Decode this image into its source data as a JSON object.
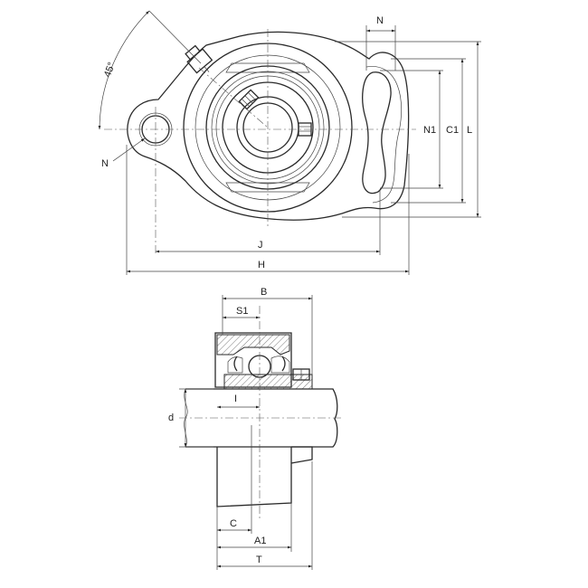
{
  "labels": {
    "N_top": "N",
    "angle": "45°",
    "N_left": "N",
    "N1": "N1",
    "C1": "C1",
    "L": "L",
    "J": "J",
    "H": "H",
    "B": "B",
    "S1": "S1",
    "I": "I",
    "d": "d",
    "C": "C",
    "A1": "A1",
    "T": "T"
  },
  "colors": {
    "stroke": "#2a2a2a",
    "background": "#ffffff"
  }
}
